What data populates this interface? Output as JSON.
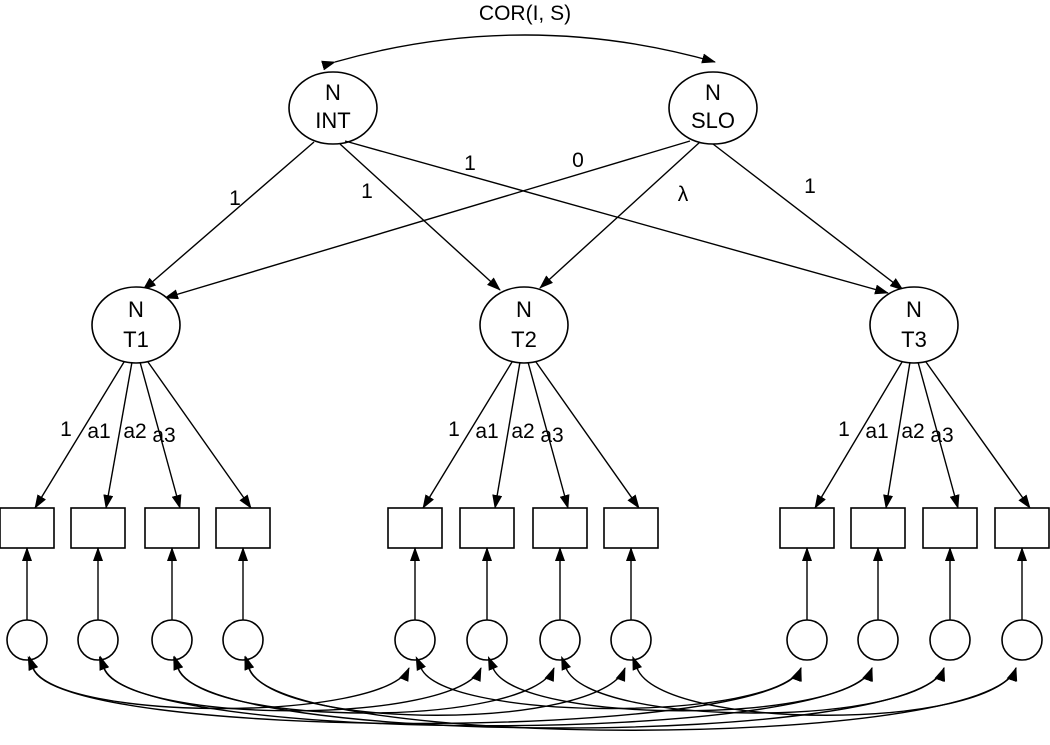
{
  "diagram": {
    "top_label": "COR(I, S)",
    "latent_growth": [
      {
        "id": "int",
        "line1": "N",
        "line2": "INT"
      },
      {
        "id": "slo",
        "line1": "N",
        "line2": "SLO"
      }
    ],
    "time_factors": [
      {
        "id": "t1",
        "line1": "N",
        "line2": "T1"
      },
      {
        "id": "t2",
        "line1": "N",
        "line2": "T2"
      },
      {
        "id": "t3",
        "line1": "N",
        "line2": "T3"
      }
    ],
    "growth_loadings": {
      "int_t1": "1",
      "int_t2": "1",
      "int_t3": "1",
      "slo_t1": "0",
      "slo_t2": "λ",
      "slo_t3": "1"
    },
    "indicator_loadings": [
      "1",
      "a1",
      "a2",
      "a3"
    ],
    "indicators_per_factor": 4,
    "residuals_per_factor": 4
  }
}
